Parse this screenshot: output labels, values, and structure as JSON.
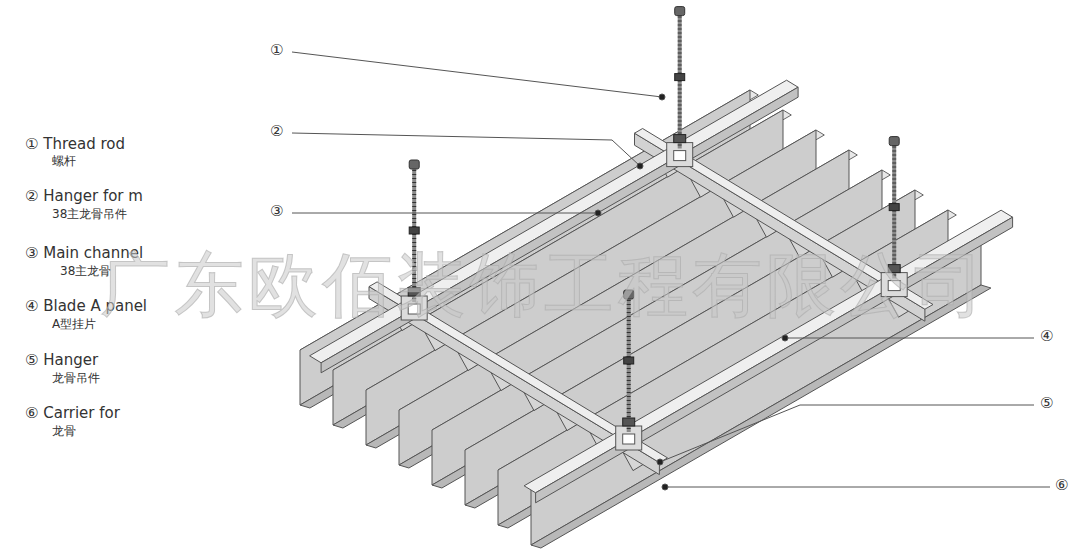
{
  "diagram": {
    "labels": [
      "① Thread rod",
      "螺杆",
      "② Hanger for m",
      "38主龙骨吊件",
      "③ Main channel",
      "38主龙骨",
      "④ Blade A panel",
      "A型挂片",
      "⑤ Hanger",
      "龙骨吊件",
      "⑥ Carrier for",
      "龙骨",
      "①",
      "②",
      "③",
      "④",
      "⑤",
      "⑥",
      "广东欧佰装饰工程有限公司"
    ]
  }
}
